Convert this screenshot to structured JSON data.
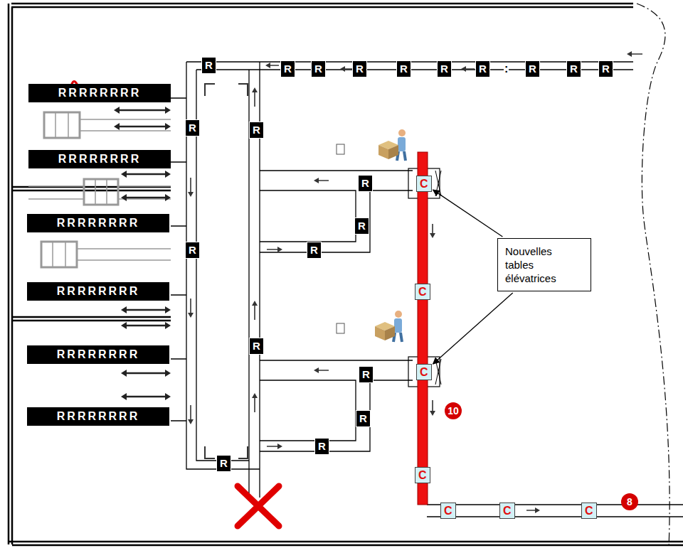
{
  "diagram": {
    "nodes": [
      {
        "text": [
          "RRRRRRRR"
        ]
      },
      {
        "text": [
          "RRRRRRRR"
        ]
      },
      {
        "text": [
          "RRRRRRRR"
        ]
      },
      {
        "text": [
          "RRRRRRRR"
        ]
      },
      {
        "text": [
          "RRRRRRRR"
        ]
      },
      {
        "text": [
          "RRRRRRRR"
        ]
      },
      {
        "text": [
          "R"
        ]
      },
      {
        "text": [
          "R"
        ]
      },
      {
        "text": [
          "R"
        ]
      },
      {
        "text": [
          "R"
        ]
      },
      {
        "text": [
          "R"
        ]
      },
      {
        "text": [
          "R"
        ]
      },
      {
        "text": [
          "R"
        ]
      },
      {
        "text": [
          "R"
        ]
      },
      {
        "text": [
          "R"
        ]
      },
      {
        "text": [
          "R"
        ]
      },
      {
        "text": [
          "R"
        ]
      },
      {
        "text": [
          "R"
        ]
      },
      {
        "text": [
          "R"
        ]
      },
      {
        "text": [
          "R"
        ]
      },
      {
        "text": [
          "R"
        ]
      },
      {
        "text": [
          "R"
        ]
      },
      {
        "text": [
          "R"
        ]
      },
      {
        "text": [
          "R"
        ]
      },
      {
        "text": [
          "R"
        ]
      },
      {
        "text": [
          "R"
        ]
      },
      {
        "text": [
          "R"
        ]
      },
      {
        "text": [
          "Nouvelles tables élévatrices"
        ]
      },
      {
        "text": [
          "C"
        ]
      },
      {
        "text": [
          "C"
        ]
      },
      {
        "text": [
          "C"
        ]
      },
      {
        "text": [
          "C"
        ]
      },
      {
        "text": [
          "C"
        ]
      },
      {
        "text": [
          "C"
        ]
      },
      {
        "text": [
          "C"
        ]
      }
    ],
    "edges": [
      {
        "from": 27,
        "to": 28,
        "arrow": "to"
      },
      {
        "from": 27,
        "to": 30,
        "arrow": "to"
      }
    ],
    "labels": [
      ":",
      "10",
      "8"
    ]
  }
}
